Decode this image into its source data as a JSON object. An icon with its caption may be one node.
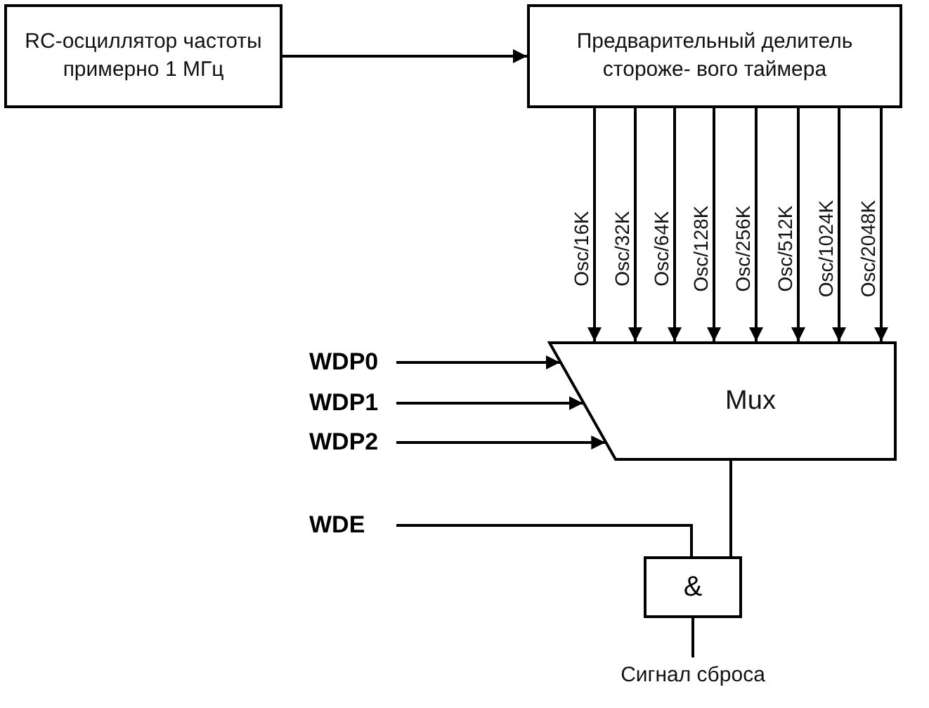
{
  "diagram": {
    "nodes": [
      {
        "text": [
          "RC-осциллятор частоты примерно 1 МГц"
        ]
      },
      {
        "text": [
          "Предварительный делитель стороже- вого таймера"
        ]
      },
      {
        "text": [
          "Mux"
        ]
      },
      {
        "text": [
          "WDP0"
        ]
      },
      {
        "text": [
          "WDP1"
        ]
      },
      {
        "text": [
          "WDP2"
        ]
      },
      {
        "text": [
          "WDE"
        ]
      },
      {
        "text": [
          "&"
        ]
      },
      {
        "text": [
          "Сигнал сброса"
        ]
      }
    ],
    "edges": [
      {
        "from": 0,
        "to": 1,
        "arrow": "to"
      },
      {
        "from": 1,
        "to": 2,
        "arrow": "to",
        "label": "Osc/16K"
      },
      {
        "from": 1,
        "to": 2,
        "arrow": "to",
        "label": "Osc/32K"
      },
      {
        "from": 1,
        "to": 2,
        "arrow": "to",
        "label": "Osc/64K"
      },
      {
        "from": 1,
        "to": 2,
        "arrow": "to",
        "label": "Osc/128K"
      },
      {
        "from": 1,
        "to": 2,
        "arrow": "to",
        "label": "Osc/256K"
      },
      {
        "from": 1,
        "to": 2,
        "arrow": "to",
        "label": "Osc/512K"
      },
      {
        "from": 1,
        "to": 2,
        "arrow": "to",
        "label": "Osc/1024K"
      },
      {
        "from": 1,
        "to": 2,
        "arrow": "to",
        "label": "Osc/2048K"
      },
      {
        "from": 3,
        "to": 2,
        "arrow": "to"
      },
      {
        "from": 4,
        "to": 2,
        "arrow": "to"
      },
      {
        "from": 5,
        "to": 2,
        "arrow": "to"
      },
      {
        "from": 2,
        "to": 7,
        "arrow": "none"
      },
      {
        "from": 6,
        "to": 7,
        "arrow": "none"
      },
      {
        "from": 7,
        "to": 8,
        "arrow": "none"
      }
    ]
  }
}
